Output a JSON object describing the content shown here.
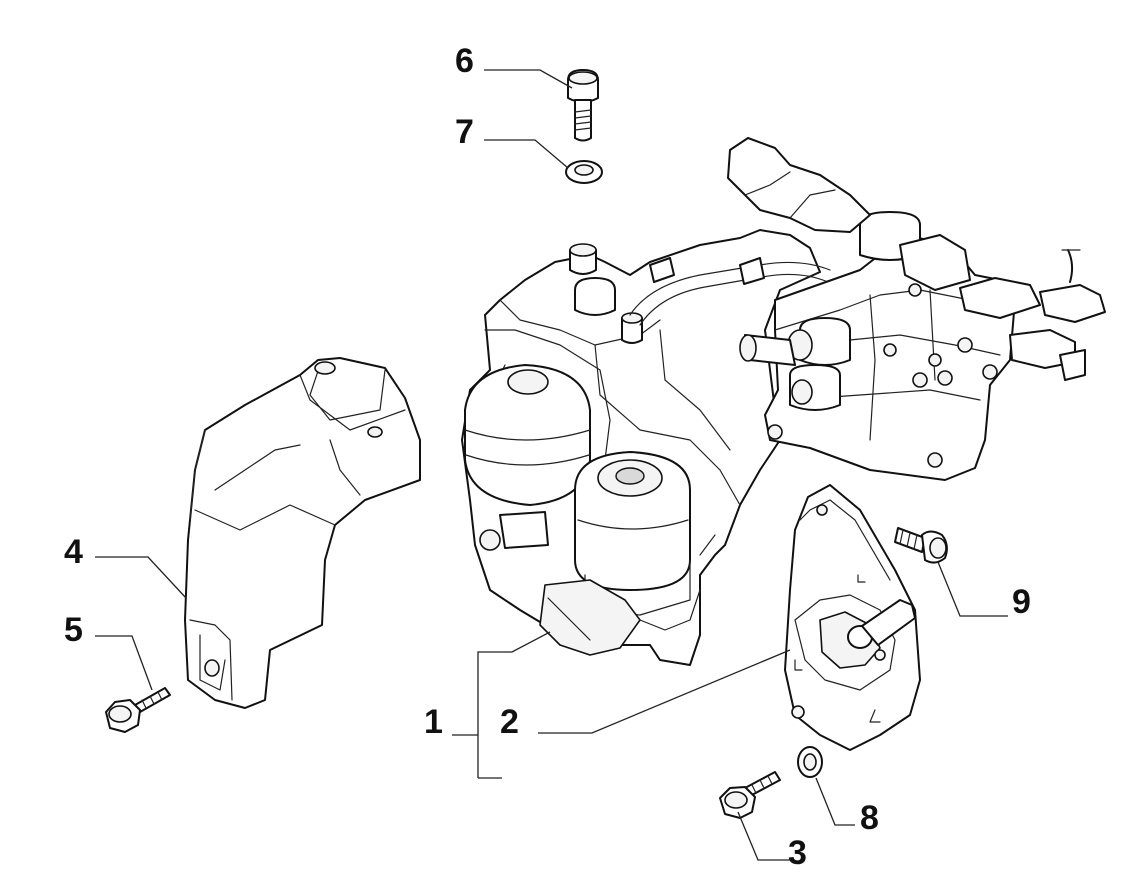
{
  "diagram": {
    "type": "exploded-parts-view",
    "callouts": [
      {
        "id": "1",
        "label": "1",
        "part": "actuator-unit"
      },
      {
        "id": "2",
        "label": "2",
        "part": "mounting-plate"
      },
      {
        "id": "3",
        "label": "3",
        "part": "flange-bolt"
      },
      {
        "id": "4",
        "label": "4",
        "part": "protective-cover"
      },
      {
        "id": "5",
        "label": "5",
        "part": "flange-bolt"
      },
      {
        "id": "6",
        "label": "6",
        "part": "socket-head-screw"
      },
      {
        "id": "7",
        "label": "7",
        "part": "washer"
      },
      {
        "id": "8",
        "label": "8",
        "part": "washer"
      },
      {
        "id": "9",
        "label": "9",
        "part": "socket-head-screw"
      }
    ]
  }
}
